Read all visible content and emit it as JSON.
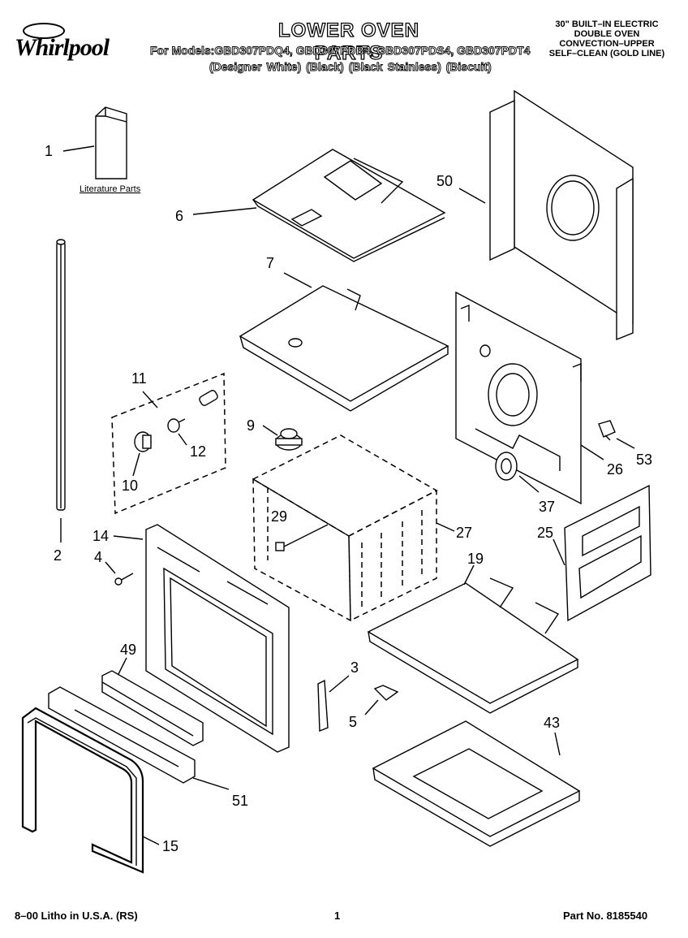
{
  "header": {
    "brand": "Whirlpool",
    "title": "LOWER OVEN PARTS",
    "models": "For Models:GBD307PDQ4, GBD307PDB4, GBD307PDS4, GBD307PDT4",
    "finishes": "(Designer White)   (Black)   (Black Stainless)   (Biscuit)",
    "spec": [
      "30\" BUILT–IN ELECTRIC",
      "DOUBLE OVEN",
      "CONVECTION–UPPER",
      "SELF–CLEAN (GOLD LINE)"
    ]
  },
  "literature_label": "Literature Parts",
  "callouts": {
    "p1": "1",
    "p2": "2",
    "p3": "3",
    "p4": "4",
    "p5": "5",
    "p6": "6",
    "p7": "7",
    "p9": "9",
    "p10": "10",
    "p11": "11",
    "p12": "12",
    "p14": "14",
    "p15": "15",
    "p19": "19",
    "p25": "25",
    "p26": "26",
    "p27": "27",
    "p29": "29",
    "p37": "37",
    "p43": "43",
    "p49": "49",
    "p50": "50",
    "p51": "51",
    "p53": "53"
  },
  "footer": {
    "litho": "8–00 Litho in U.S.A. (RS)",
    "page": "1",
    "part_no": "Part No. 8185540"
  }
}
